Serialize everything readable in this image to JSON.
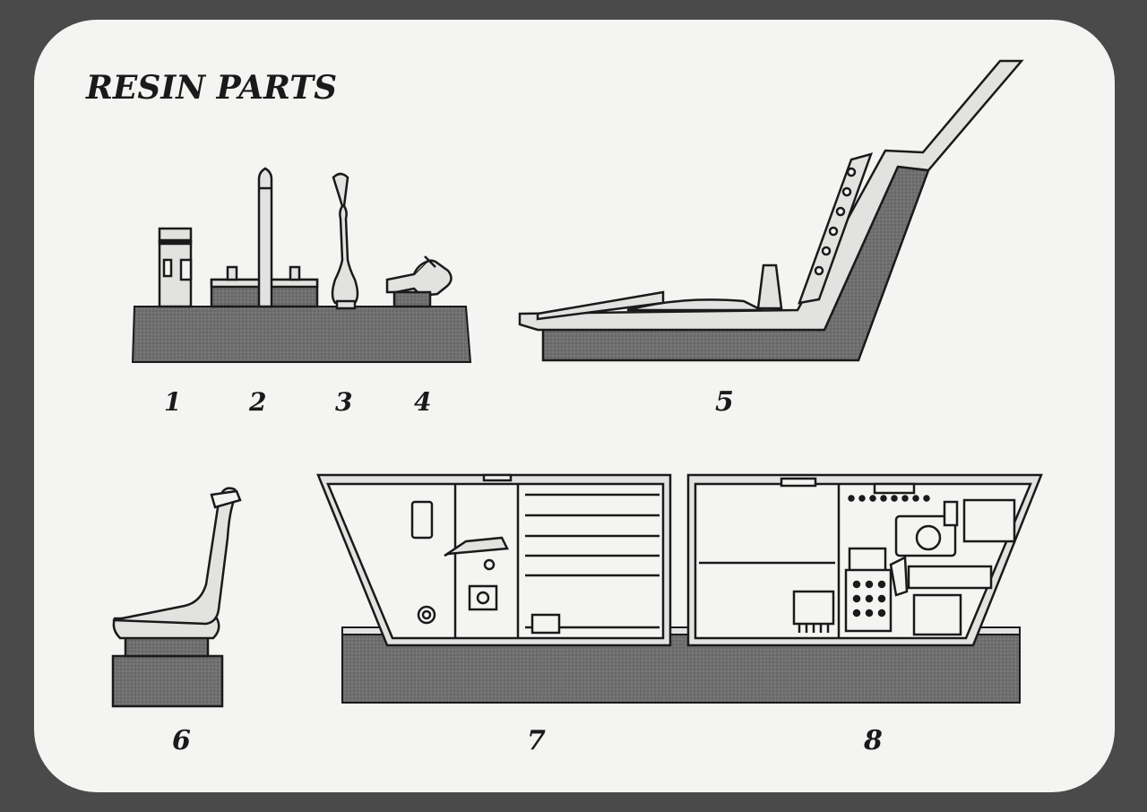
{
  "sheet": {
    "title": "RESIN PARTS"
  },
  "parts": [
    {
      "number": "1",
      "icon": "resin-block-icon"
    },
    {
      "number": "2",
      "icon": "post-on-base-icon"
    },
    {
      "number": "3",
      "icon": "control-stick-icon"
    },
    {
      "number": "4",
      "icon": "throttle-lever-icon"
    },
    {
      "number": "5",
      "icon": "cockpit-tub-icon"
    },
    {
      "number": "6",
      "icon": "seat-icon"
    },
    {
      "number": "7",
      "icon": "fuselage-side-wall-left-icon"
    },
    {
      "number": "8",
      "icon": "fuselage-side-wall-right-icon"
    }
  ],
  "colors": {
    "background": "#4a4a4a",
    "card": "#f4f4f2",
    "ink": "#1a1a1a",
    "resin_base": "#6e6e6e",
    "part_fill": "#e2e2e0"
  }
}
